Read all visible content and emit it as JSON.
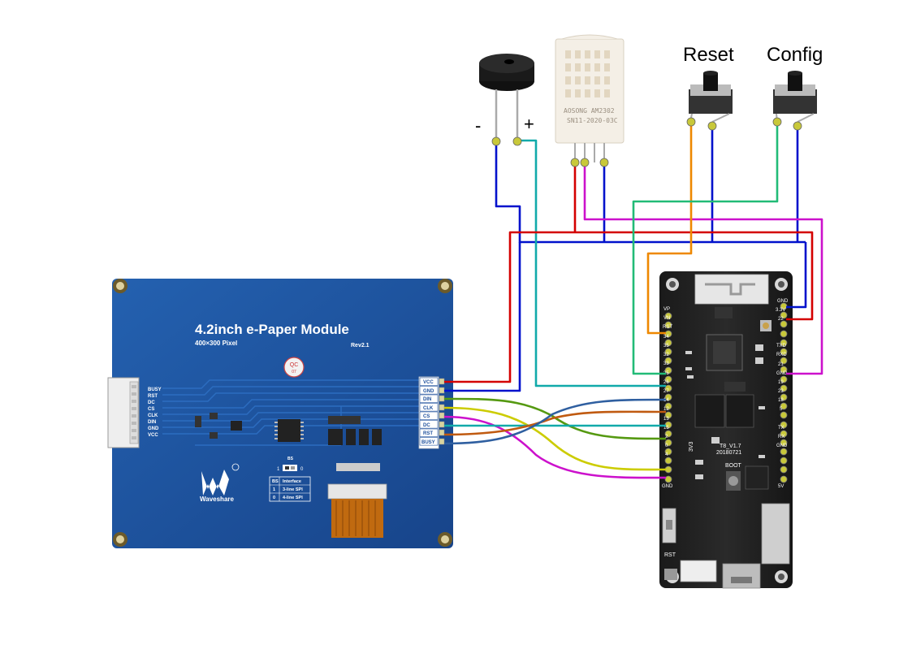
{
  "labels": {
    "buzzer_minus": "-",
    "buzzer_plus": "+",
    "reset": "Reset",
    "config": "Config"
  },
  "sensor": {
    "line1": "AOSONG AM2302",
    "line2": "SN11-2020-03C"
  },
  "epaper": {
    "title": "4.2inch  e-Paper Module",
    "subtitle": "400×300 Pixel",
    "rev": "Rev2.1",
    "brand": "Waveshare",
    "qc": "QC",
    "qc_num": "07",
    "bs_label": "BS",
    "bs_0": "0",
    "bs_1": "1",
    "left_pins": [
      "BUSY",
      "RST",
      "DC",
      "CS",
      "CLK",
      "DIN",
      "GND",
      "VCC"
    ],
    "right_pins": [
      "VCC",
      "GND",
      "DIN",
      "CLK",
      "CS",
      "DC",
      "RST",
      "BUSY"
    ],
    "table": {
      "headers": [
        "BS",
        "Interface"
      ],
      "rows": [
        [
          "1",
          "3-line SPI"
        ],
        [
          "0",
          "4-line SPI"
        ]
      ]
    }
  },
  "board": {
    "model": "T8_V1.7",
    "date": "20180721",
    "boot": "BOOT",
    "rst": "RST",
    "volt": "3V3",
    "left_pins": [
      "VP",
      "VN",
      "RST",
      "34",
      "35",
      "32",
      "33",
      "25",
      "26",
      "27",
      "14",
      "12",
      "13",
      "15",
      "2",
      "0",
      "4",
      "GND"
    ],
    "right_pins": [
      "GND",
      "3.3V",
      "22",
      "TXD",
      "RXD",
      "21",
      "GND",
      "19",
      "23",
      "18",
      "5",
      "TX",
      "RX",
      "GND",
      "5V"
    ]
  },
  "colors": {
    "red": "#d40000",
    "blue": "#0011cc",
    "green": "#22bb77",
    "orange": "#ee8800",
    "magenta": "#cc11cc",
    "teal": "#11aaaa",
    "yellow": "#cccc00",
    "olive": "#559911",
    "steel": "#2f5fa0",
    "brown": "#c05a10",
    "pcb_blue": "#1d4f9c",
    "pin_pad": "#c8c83a"
  }
}
